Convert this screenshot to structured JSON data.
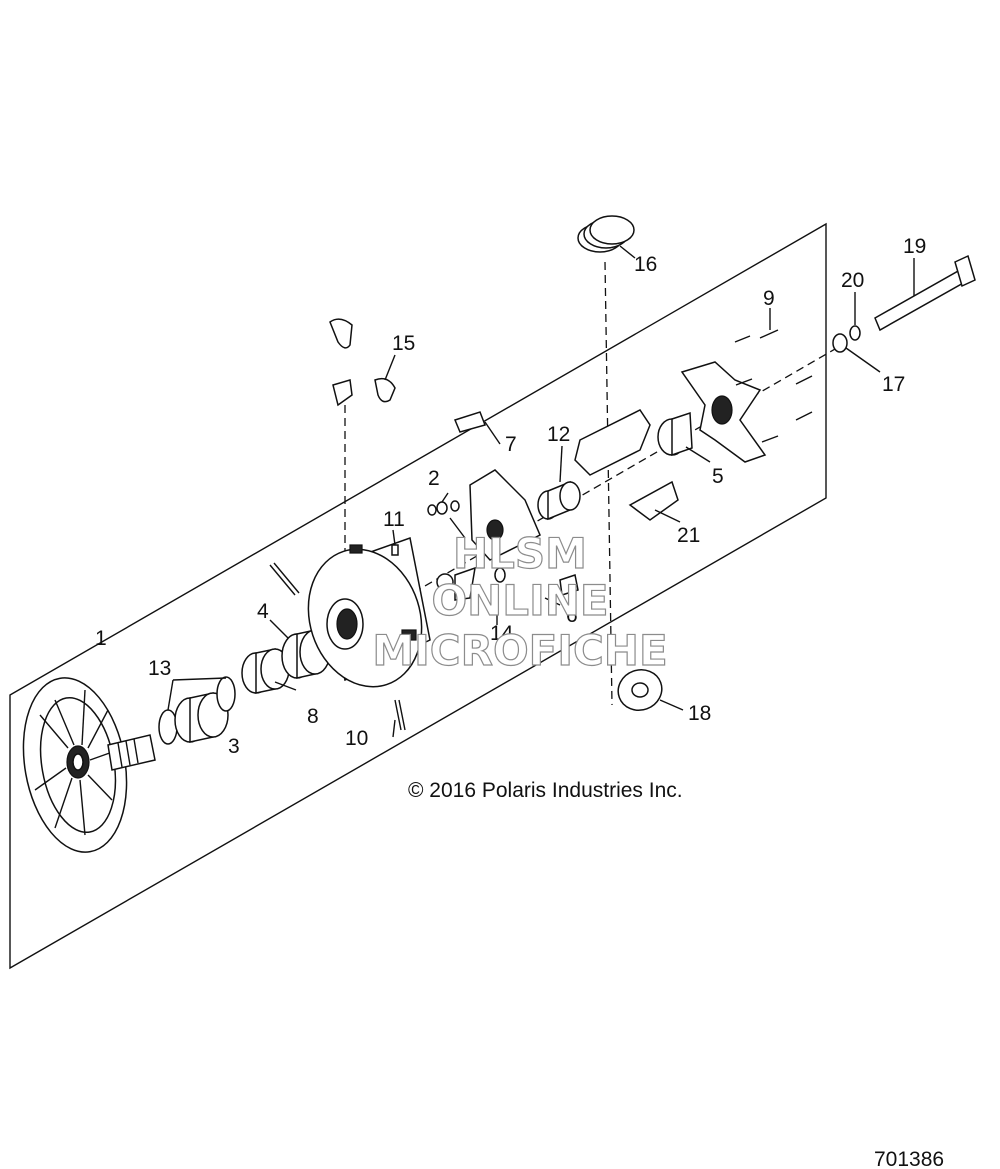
{
  "callouts": [
    "1",
    "2",
    "3",
    "4",
    "5",
    "6",
    "7",
    "8",
    "9",
    "10",
    "11",
    "12",
    "13",
    "14",
    "15",
    "16",
    "17",
    "18",
    "19",
    "20",
    "21"
  ],
  "copyright": "© 2016 Polaris Industries Inc.",
  "diagram_number": "701386",
  "watermark": {
    "line1": "HLSM",
    "line2": "ONLINE",
    "line3": "MICROFICHE"
  }
}
